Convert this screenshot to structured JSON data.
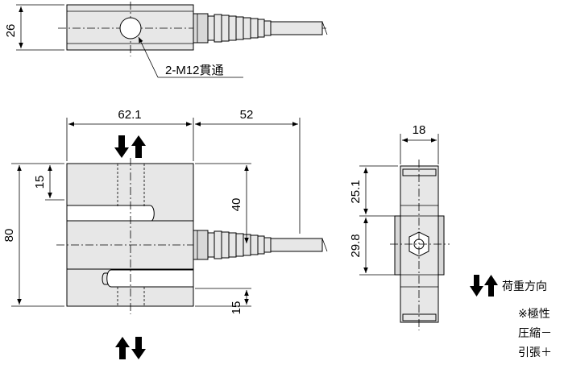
{
  "dimensions": {
    "top_height": "26",
    "width_body": "62.1",
    "cable_len": "52",
    "height_total": "80",
    "top_offset": "15",
    "bottom_offset": "15",
    "cable_height": "40",
    "side_width": "18",
    "side_upper": "25.1",
    "side_lower": "29.8"
  },
  "labels": {
    "hole_callout": "2-M12貫通"
  },
  "legend": {
    "load_direction": "荷重方向",
    "polarity_title": "※極性",
    "compression": "圧縮－",
    "tension": "引張＋"
  }
}
